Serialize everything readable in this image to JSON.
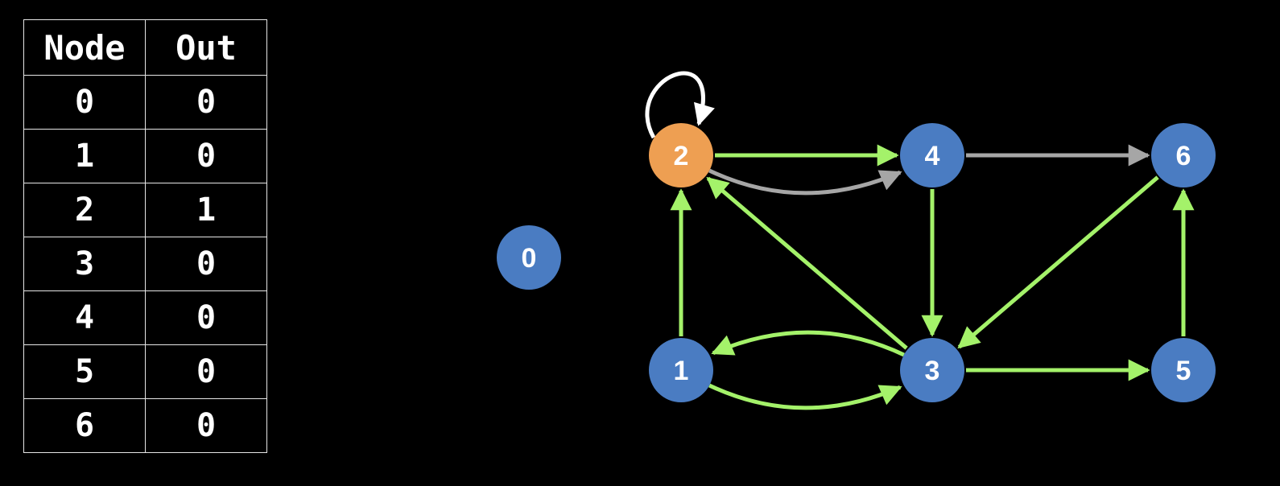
{
  "title_fragments": [
    "",
    "",
    ""
  ],
  "table": {
    "headers": [
      "Node",
      "Out"
    ],
    "rows": [
      [
        "0",
        "0"
      ],
      [
        "1",
        "0"
      ],
      [
        "2",
        "1"
      ],
      [
        "3",
        "0"
      ],
      [
        "4",
        "0"
      ],
      [
        "5",
        "0"
      ],
      [
        "6",
        "0"
      ]
    ]
  },
  "graph": {
    "colors": {
      "node_default": "#4a7cc2",
      "node_highlight": "#ee9f52",
      "edge_green": "#a4f26a",
      "edge_gray": "#a6a6a6",
      "edge_white": "#ffffff"
    },
    "nodes": [
      {
        "id": "0",
        "label": "0",
        "state": "default"
      },
      {
        "id": "1",
        "label": "1",
        "state": "default"
      },
      {
        "id": "2",
        "label": "2",
        "state": "highlight"
      },
      {
        "id": "3",
        "label": "3",
        "state": "default"
      },
      {
        "id": "4",
        "label": "4",
        "state": "default"
      },
      {
        "id": "5",
        "label": "5",
        "state": "default"
      },
      {
        "id": "6",
        "label": "6",
        "state": "default"
      }
    ],
    "edges": [
      {
        "from": "2",
        "to": "2",
        "color": "white"
      },
      {
        "from": "2",
        "to": "4",
        "color": "gray"
      },
      {
        "from": "2",
        "to": "4",
        "color": "green"
      },
      {
        "from": "4",
        "to": "6",
        "color": "gray"
      },
      {
        "from": "1",
        "to": "2",
        "color": "green"
      },
      {
        "from": "3",
        "to": "2",
        "color": "green"
      },
      {
        "from": "4",
        "to": "3",
        "color": "green"
      },
      {
        "from": "6",
        "to": "3",
        "color": "green"
      },
      {
        "from": "1",
        "to": "3",
        "color": "green"
      },
      {
        "from": "3",
        "to": "1",
        "color": "green"
      },
      {
        "from": "3",
        "to": "5",
        "color": "green"
      },
      {
        "from": "5",
        "to": "6",
        "color": "green"
      }
    ]
  }
}
